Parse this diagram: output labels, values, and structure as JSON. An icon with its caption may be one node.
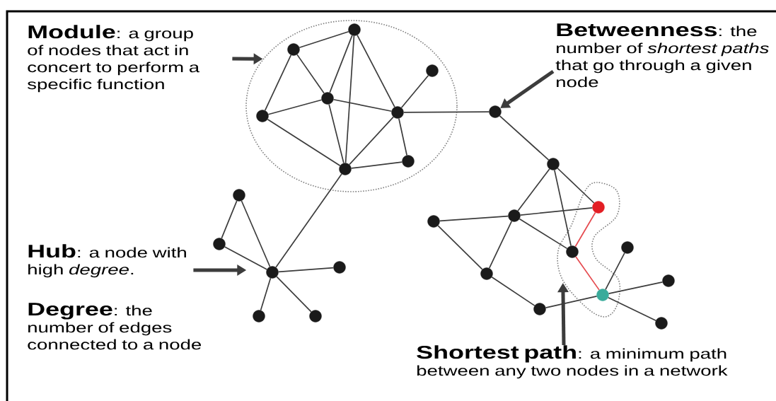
{
  "diagram": {
    "nodes": [
      {
        "text": [
          "**Module**: a group of nodes that act in concert to perform a specific function"
        ]
      },
      {
        "text": [],
        "shape": "ellipse"
      },
      {
        "text": [],
        "shape": "circle",
        "in": 1
      },
      {
        "text": [],
        "shape": "circle",
        "in": 1
      },
      {
        "text": [],
        "shape": "circle",
        "in": 1
      },
      {
        "text": [],
        "shape": "circle",
        "in": 1
      },
      {
        "text": [],
        "shape": "circle",
        "in": 1
      },
      {
        "text": [],
        "shape": "circle",
        "in": 1
      },
      {
        "text": [],
        "shape": "circle",
        "in": 1
      },
      {
        "text": [],
        "shape": "circle",
        "in": 1
      },
      {
        "text": [
          "**Betweenness**: the number of *shortest paths* that go through a given node"
        ]
      },
      {
        "text": [],
        "shape": "circle"
      },
      {
        "text": [],
        "shape": "circle"
      },
      {
        "text": [],
        "shape": "blob"
      },
      {
        "text": [],
        "shape": "circle",
        "in": 13
      },
      {
        "text": [],
        "shape": "circle"
      },
      {
        "text": [],
        "shape": "circle"
      },
      {
        "text": [],
        "shape": "circle",
        "in": 13
      },
      {
        "text": [],
        "shape": "circle"
      },
      {
        "text": [],
        "shape": "circle"
      },
      {
        "text": [],
        "shape": "circle",
        "in": 13
      },
      {
        "text": [],
        "shape": "circle"
      },
      {
        "text": [],
        "shape": "circle"
      },
      {
        "text": [],
        "shape": "circle"
      },
      {
        "text": [],
        "shape": "circle"
      },
      {
        "text": [],
        "shape": "circle"
      },
      {
        "text": [
          "**Hub**: a node with high *degree*."
        ]
      },
      {
        "text": [],
        "shape": "circle"
      },
      {
        "text": [],
        "shape": "circle"
      },
      {
        "text": [],
        "shape": "circle"
      },
      {
        "text": [],
        "shape": "circle"
      },
      {
        "text": [
          "**Shortest path**: a minimum path between any two nodes in a network"
        ]
      }
    ],
    "edges": [
      {
        "from": 2,
        "to": 3,
        "arrow": "none"
      },
      {
        "from": 3,
        "to": 6,
        "arrow": "none"
      },
      {
        "from": 3,
        "to": 5,
        "arrow": "none"
      },
      {
        "from": 2,
        "to": 5,
        "arrow": "none"
      },
      {
        "from": 2,
        "to": 9,
        "arrow": "none"
      },
      {
        "from": 2,
        "to": 7,
        "arrow": "none"
      },
      {
        "from": 4,
        "to": 7,
        "arrow": "none"
      },
      {
        "from": 6,
        "to": 5,
        "arrow": "none"
      },
      {
        "from": 6,
        "to": 9,
        "arrow": "none"
      },
      {
        "from": 5,
        "to": 7,
        "arrow": "none"
      },
      {
        "from": 5,
        "to": 9,
        "arrow": "none"
      },
      {
        "from": 7,
        "to": 9,
        "arrow": "none"
      },
      {
        "from": 7,
        "to": 8,
        "arrow": "none"
      },
      {
        "from": 8,
        "to": 9,
        "arrow": "none"
      },
      {
        "from": 7,
        "to": 11,
        "arrow": "none"
      },
      {
        "from": 9,
        "to": 27,
        "arrow": "none"
      },
      {
        "from": 11,
        "to": 12,
        "arrow": "none"
      },
      {
        "from": 12,
        "to": 15,
        "arrow": "none"
      },
      {
        "from": 12,
        "to": 14,
        "arrow": "none"
      },
      {
        "from": 12,
        "to": 17,
        "arrow": "none"
      },
      {
        "from": 15,
        "to": 14,
        "arrow": "none"
      },
      {
        "from": 16,
        "to": 15,
        "arrow": "none"
      },
      {
        "from": 16,
        "to": 19,
        "arrow": "none"
      },
      {
        "from": 19,
        "to": 15,
        "arrow": "none"
      },
      {
        "from": 15,
        "to": 17,
        "arrow": "none"
      },
      {
        "from": 17,
        "to": 14,
        "arrow": "none",
        "color": "#e5484d"
      },
      {
        "from": 17,
        "to": 20,
        "arrow": "none",
        "color": "#e5484d"
      },
      {
        "from": 20,
        "to": 18,
        "arrow": "none"
      },
      {
        "from": 20,
        "to": 21,
        "arrow": "none"
      },
      {
        "from": 20,
        "to": 23,
        "arrow": "none"
      },
      {
        "from": 22,
        "to": 20,
        "arrow": "none"
      },
      {
        "from": 19,
        "to": 22,
        "arrow": "none"
      },
      {
        "from": 24,
        "to": 25,
        "arrow": "none"
      },
      {
        "from": 24,
        "to": 27,
        "arrow": "none"
      },
      {
        "from": 25,
        "to": 27,
        "arrow": "none"
      },
      {
        "from": 27,
        "to": 28,
        "arrow": "none"
      },
      {
        "from": 27,
        "to": 29,
        "arrow": "none"
      },
      {
        "from": 27,
        "to": 30,
        "arrow": "none"
      },
      {
        "from": 0,
        "to": 1,
        "arrow": "to",
        "style": "thick"
      },
      {
        "from": 10,
        "to": 11,
        "arrow": "to",
        "style": "thick"
      },
      {
        "from": 26,
        "to": 27,
        "arrow": "to",
        "style": "thick"
      },
      {
        "from": 31,
        "to": 13,
        "arrow": "to",
        "style": "thick"
      }
    ],
    "labels": [
      "**Degree**: the number of edges connected to a node"
    ]
  }
}
